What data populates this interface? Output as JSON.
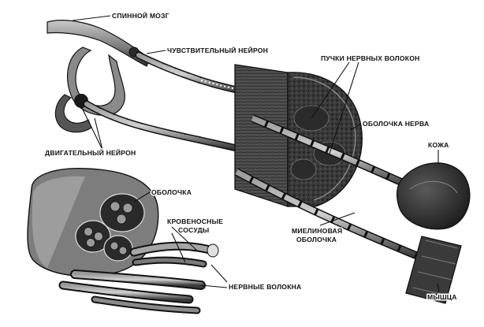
{
  "labels": {
    "spinal_cord": "СПИННОЙ МОЗГ",
    "sensory_neuron": "ЧУВСТВИТЕЛЬНЫЙ НЕЙРОН",
    "nerve_bundles": "ПУЧКИ НЕРВНЫХ ВОЛОКОН",
    "nerve_sheath": "ОБОЛОЧКА НЕРВА",
    "motor_neuron": "ДВИГАТЕЛЬНЫЙ НЕЙРОН",
    "skin": "КОЖА",
    "sheath": "ОБОЛОЧКА",
    "blood_vessels_1": "КРОВЕНОСНЫЕ",
    "blood_vessels_2": "СОСУДЫ",
    "myelin_sheath_1": "МИЕЛИНОВАЯ",
    "myelin_sheath_2": "ОБОЛОЧКА",
    "nerve_fibers": "НЕРВНЫЕ ВОЛОКНА",
    "muscle": "МЫШЦА"
  },
  "colors": {
    "ink": "#111111",
    "dark": "#2a2a2a",
    "mid": "#6e6e6e",
    "light": "#bdbdbd",
    "paper": "#ffffff"
  }
}
